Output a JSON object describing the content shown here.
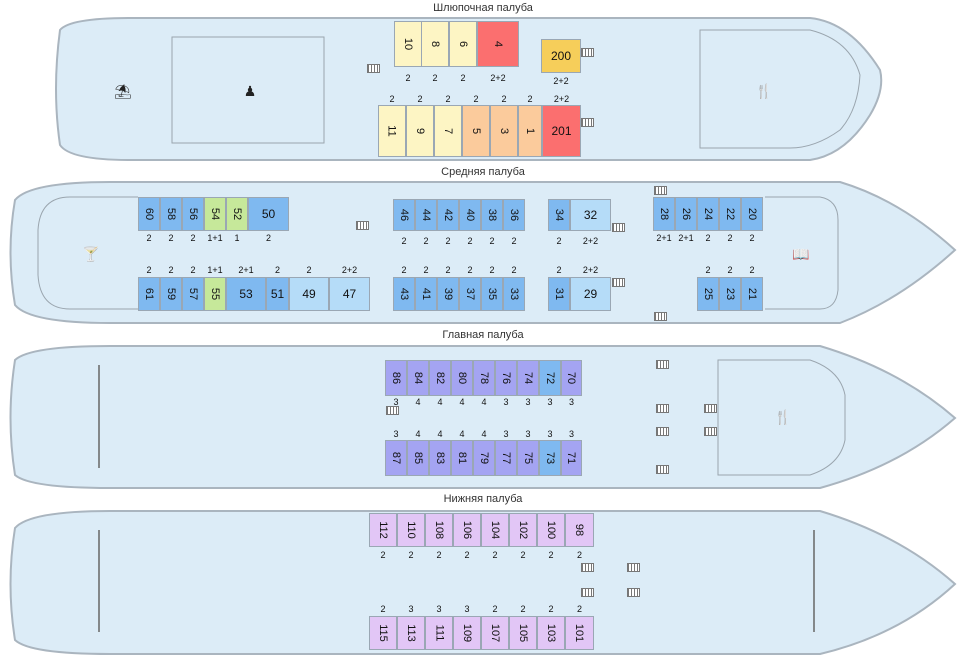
{
  "decks": [
    {
      "title": "Шлюпочная палуба",
      "icons": [
        "beach-umbrella-icon",
        "conference-icon",
        "restaurant-icon"
      ],
      "cabins": [
        {
          "num": "10",
          "cap": "2",
          "color": "#fdf5c4"
        },
        {
          "num": "8",
          "cap": "2",
          "color": "#fdf5c4"
        },
        {
          "num": "6",
          "cap": "2",
          "color": "#fdf5c4"
        },
        {
          "num": "4",
          "cap": "2+2",
          "color": "#fb6f6f"
        },
        {
          "num": "200",
          "cap": "2+2",
          "color": "#f6ce5a"
        },
        {
          "num": "11",
          "cap": "2",
          "color": "#fdf5c4"
        },
        {
          "num": "9",
          "cap": "2",
          "color": "#fdf5c4"
        },
        {
          "num": "7",
          "cap": "2",
          "color": "#fdf5c4"
        },
        {
          "num": "5",
          "cap": "2",
          "color": "#fbcb9c"
        },
        {
          "num": "3",
          "cap": "2",
          "color": "#fbcb9c"
        },
        {
          "num": "1",
          "cap": "2",
          "color": "#fbcb9c"
        },
        {
          "num": "201",
          "cap": "2+2",
          "color": "#fb6f6f"
        }
      ]
    },
    {
      "title": "Средняя палуба",
      "icons": [
        "cocktail-icon",
        "library-book-icon"
      ],
      "cabins": [
        {
          "num": "60",
          "cap": "2",
          "color": "#7fb9f0"
        },
        {
          "num": "58",
          "cap": "2",
          "color": "#7fb9f0"
        },
        {
          "num": "56",
          "cap": "2",
          "color": "#7fb9f0"
        },
        {
          "num": "54",
          "cap": "1+1",
          "color": "#c6e89a"
        },
        {
          "num": "52",
          "cap": "1",
          "color": "#c6e89a"
        },
        {
          "num": "50",
          "cap": "2",
          "color": "#7fb9f0"
        },
        {
          "num": "46",
          "cap": "2",
          "color": "#7fb9f0"
        },
        {
          "num": "44",
          "cap": "2",
          "color": "#7fb9f0"
        },
        {
          "num": "42",
          "cap": "2",
          "color": "#7fb9f0"
        },
        {
          "num": "40",
          "cap": "2",
          "color": "#7fb9f0"
        },
        {
          "num": "38",
          "cap": "2",
          "color": "#7fb9f0"
        },
        {
          "num": "36",
          "cap": "2",
          "color": "#7fb9f0"
        },
        {
          "num": "34",
          "cap": "2",
          "color": "#7fb9f0"
        },
        {
          "num": "32",
          "cap": "2+2",
          "color": "#b5dcf8"
        },
        {
          "num": "28",
          "cap": "2+1",
          "color": "#7fb9f0"
        },
        {
          "num": "26",
          "cap": "2+1",
          "color": "#7fb9f0"
        },
        {
          "num": "24",
          "cap": "2",
          "color": "#7fb9f0"
        },
        {
          "num": "22",
          "cap": "2",
          "color": "#7fb9f0"
        },
        {
          "num": "20",
          "cap": "2",
          "color": "#7fb9f0"
        },
        {
          "num": "61",
          "cap": "2",
          "color": "#7fb9f0"
        },
        {
          "num": "59",
          "cap": "2",
          "color": "#7fb9f0"
        },
        {
          "num": "57",
          "cap": "2",
          "color": "#7fb9f0"
        },
        {
          "num": "55",
          "cap": "1+1",
          "color": "#c6e89a"
        },
        {
          "num": "53",
          "cap": "2+1",
          "color": "#7fb9f0"
        },
        {
          "num": "51",
          "cap": "2",
          "color": "#7fb9f0"
        },
        {
          "num": "49",
          "cap": "2",
          "color": "#b5dcf8"
        },
        {
          "num": "47",
          "cap": "2+2",
          "color": "#b5dcf8"
        },
        {
          "num": "43",
          "cap": "2",
          "color": "#7fb9f0"
        },
        {
          "num": "41",
          "cap": "2",
          "color": "#7fb9f0"
        },
        {
          "num": "39",
          "cap": "2",
          "color": "#7fb9f0"
        },
        {
          "num": "37",
          "cap": "2",
          "color": "#7fb9f0"
        },
        {
          "num": "35",
          "cap": "2",
          "color": "#7fb9f0"
        },
        {
          "num": "33",
          "cap": "2",
          "color": "#7fb9f0"
        },
        {
          "num": "31",
          "cap": "2",
          "color": "#7fb9f0"
        },
        {
          "num": "29",
          "cap": "2+2",
          "color": "#b5dcf8"
        },
        {
          "num": "25",
          "cap": "2",
          "color": "#7fb9f0"
        },
        {
          "num": "23",
          "cap": "2",
          "color": "#7fb9f0"
        },
        {
          "num": "21",
          "cap": "2",
          "color": "#7fb9f0"
        }
      ]
    },
    {
      "title": "Главная палуба",
      "icons": [
        "restaurant-icon"
      ],
      "cabins": [
        {
          "num": "86",
          "cap": "3",
          "color": "#a4a4f2"
        },
        {
          "num": "84",
          "cap": "4",
          "color": "#a4a4f2"
        },
        {
          "num": "82",
          "cap": "4",
          "color": "#a4a4f2"
        },
        {
          "num": "80",
          "cap": "4",
          "color": "#a4a4f2"
        },
        {
          "num": "78",
          "cap": "4",
          "color": "#a4a4f2"
        },
        {
          "num": "76",
          "cap": "3",
          "color": "#a4a4f2"
        },
        {
          "num": "74",
          "cap": "3",
          "color": "#a4a4f2"
        },
        {
          "num": "72",
          "cap": "3",
          "color": "#7fb9f0"
        },
        {
          "num": "70",
          "cap": "3",
          "color": "#a4a4f2"
        },
        {
          "num": "87",
          "cap": "3",
          "color": "#a4a4f2"
        },
        {
          "num": "85",
          "cap": "4",
          "color": "#a4a4f2"
        },
        {
          "num": "83",
          "cap": "4",
          "color": "#a4a4f2"
        },
        {
          "num": "81",
          "cap": "4",
          "color": "#a4a4f2"
        },
        {
          "num": "79",
          "cap": "4",
          "color": "#a4a4f2"
        },
        {
          "num": "77",
          "cap": "3",
          "color": "#a4a4f2"
        },
        {
          "num": "75",
          "cap": "3",
          "color": "#a4a4f2"
        },
        {
          "num": "73",
          "cap": "3",
          "color": "#7fb9f0"
        },
        {
          "num": "71",
          "cap": "3",
          "color": "#a4a4f2"
        }
      ]
    },
    {
      "title": "Нижняя палуба",
      "icons": [],
      "cabins": [
        {
          "num": "112",
          "cap": "2",
          "color": "#e2c6f6"
        },
        {
          "num": "110",
          "cap": "2",
          "color": "#e2c6f6"
        },
        {
          "num": "108",
          "cap": "2",
          "color": "#e2c6f6"
        },
        {
          "num": "106",
          "cap": "2",
          "color": "#e2c6f6"
        },
        {
          "num": "104",
          "cap": "2",
          "color": "#e2c6f6"
        },
        {
          "num": "102",
          "cap": "2",
          "color": "#e2c6f6"
        },
        {
          "num": "100",
          "cap": "2",
          "color": "#e2c6f6"
        },
        {
          "num": "98",
          "cap": "2",
          "color": "#e2c6f6"
        },
        {
          "num": "115",
          "cap": "2",
          "color": "#e2c6f6"
        },
        {
          "num": "113",
          "cap": "3",
          "color": "#e2c6f6"
        },
        {
          "num": "111",
          "cap": "3",
          "color": "#e2c6f6"
        },
        {
          "num": "109",
          "cap": "3",
          "color": "#e2c6f6"
        },
        {
          "num": "107",
          "cap": "2",
          "color": "#e2c6f6"
        },
        {
          "num": "105",
          "cap": "2",
          "color": "#e2c6f6"
        },
        {
          "num": "103",
          "cap": "2",
          "color": "#e2c6f6"
        },
        {
          "num": "101",
          "cap": "2",
          "color": "#e2c6f6"
        }
      ]
    }
  ]
}
